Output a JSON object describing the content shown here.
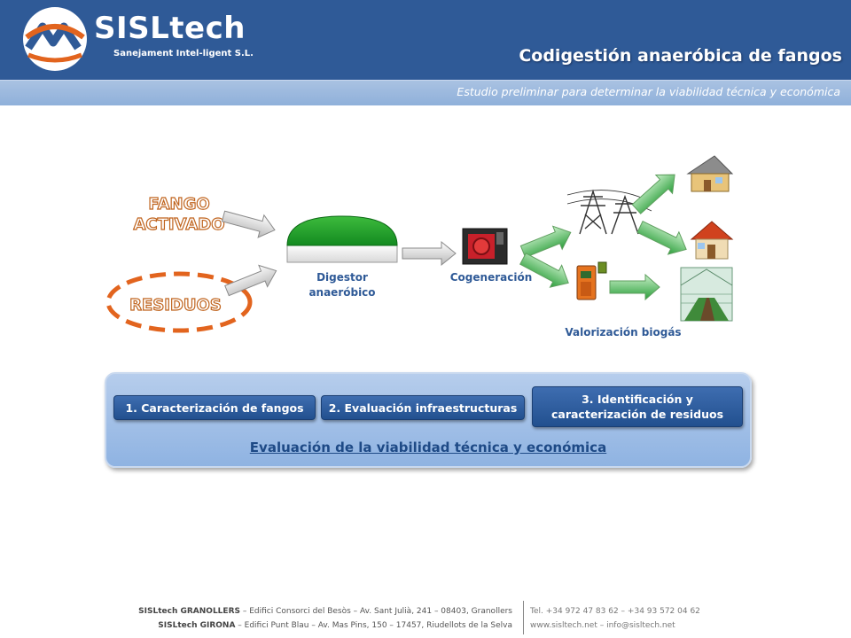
{
  "header": {
    "brand_name": "SISLtech",
    "brand_tagline": "Sanejament Intel-ligent S.L.",
    "title": "Codigestión anaeróbica de fangos",
    "subtitle": "Estudio preliminar para determinar la viabilidad técnica y económica"
  },
  "diagram": {
    "input_fango_line1": "FANGO",
    "input_fango_line2": "ACTIVADO",
    "input_residuos": "RESIDUOS",
    "digestor_line1": "Digestor",
    "digestor_line2": "anaeróbico",
    "cogeneracion": "Cogeneración",
    "valorizacion": "Valorización biogás"
  },
  "panel": {
    "step1": "1. Caracterización de fangos",
    "step2": "2. Evaluación infraestructuras",
    "step3_line1": "3. Identificación y",
    "step3_line2": "caracterización de residuos",
    "title": "Evaluación de la viabilidad técnica y económica"
  },
  "footer": {
    "granollers_name": "SISLtech GRANOLLERS",
    "granollers_address": " – Edifici Consorci del Besòs – Av. Sant Julià, 241 – 08403, Granollers",
    "girona_name": "SISLtech GIRONA",
    "girona_address": " – Edifici Punt Blau – Av. Mas Pins, 150 – 17457, Riudellots de la Selva",
    "phones": "Tel. +34 972 47 83 62  –  +34 93 572 04 62",
    "web_email": "www.sisltech.net  –  info@sisltech.net"
  },
  "colors": {
    "header_blue": "#2f5a97",
    "accent_orange": "#e2641e",
    "digestor_green": "#22a02a"
  }
}
